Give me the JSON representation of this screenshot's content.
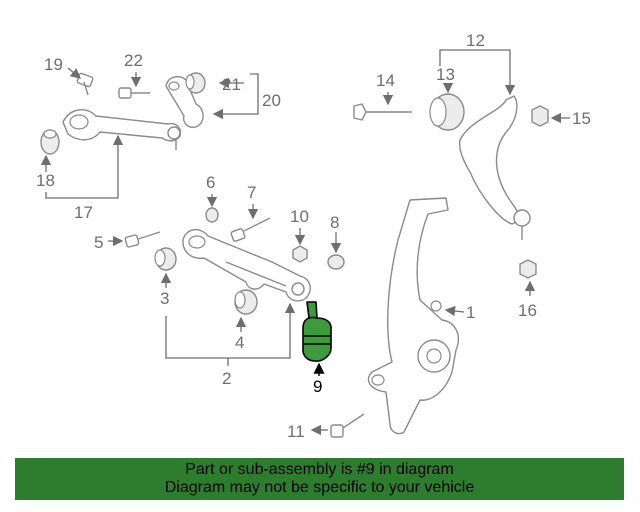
{
  "diagram": {
    "callouts": {
      "c1": "1",
      "c2": "2",
      "c3": "3",
      "c4": "4",
      "c5": "5",
      "c6": "6",
      "c7": "7",
      "c8": "8",
      "c9": "9",
      "c10": "10",
      "c11": "11",
      "c12": "12",
      "c13": "13",
      "c14": "14",
      "c15": "15",
      "c16": "16",
      "c17": "17",
      "c18": "18",
      "c19": "19",
      "c20": "20",
      "c21": "21",
      "c22": "22"
    },
    "highlighted_part": "9"
  },
  "banner": {
    "line1": "Part or sub-assembly is #9 in diagram",
    "line2": "Diagram may not be specific to your vehicle"
  },
  "colors": {
    "highlight": "#3d9a3d",
    "banner_bg": "#2e7d2e",
    "line_art": "#8a8a8a"
  }
}
